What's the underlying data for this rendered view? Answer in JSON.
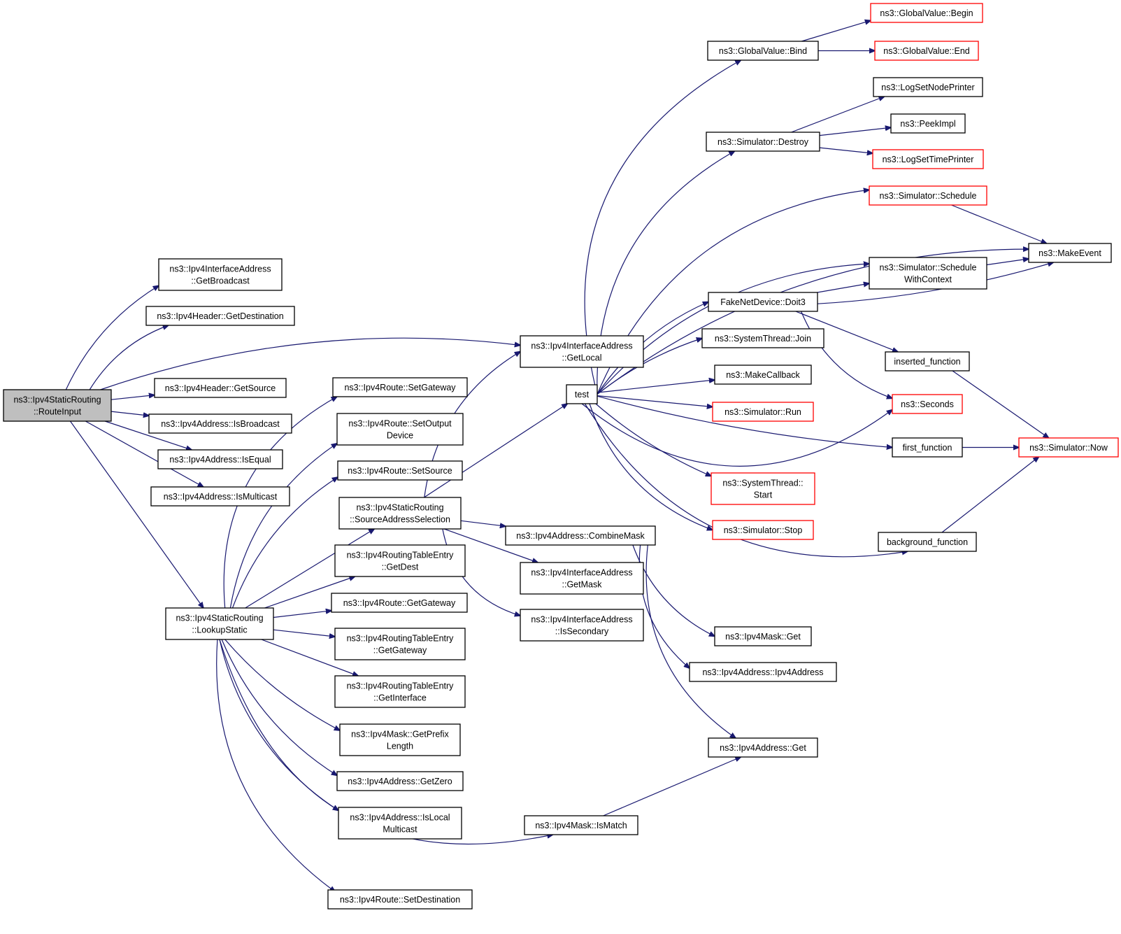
{
  "nodes": [
    {
      "id": "routeinput",
      "lines": [
        "ns3::Ipv4StaticRouting",
        "::RouteInput"
      ],
      "style": "root"
    },
    {
      "id": "getbroadcast",
      "lines": [
        "ns3::Ipv4InterfaceAddress",
        "::GetBroadcast"
      ]
    },
    {
      "id": "getdestination",
      "lines": [
        "ns3::Ipv4Header::GetDestination"
      ]
    },
    {
      "id": "getsource",
      "lines": [
        "ns3::Ipv4Header::GetSource"
      ]
    },
    {
      "id": "isbroadcast",
      "lines": [
        "ns3::Ipv4Address::IsBroadcast"
      ]
    },
    {
      "id": "isequal",
      "lines": [
        "ns3::Ipv4Address::IsEqual"
      ]
    },
    {
      "id": "ismulticast",
      "lines": [
        "ns3::Ipv4Address::IsMulticast"
      ]
    },
    {
      "id": "lookupstatic",
      "lines": [
        "ns3::Ipv4StaticRouting",
        "::LookupStatic"
      ]
    },
    {
      "id": "setgateway",
      "lines": [
        "ns3::Ipv4Route::SetGateway"
      ]
    },
    {
      "id": "setoutputdevice",
      "lines": [
        "ns3::Ipv4Route::SetOutput",
        "Device"
      ]
    },
    {
      "id": "setsource",
      "lines": [
        "ns3::Ipv4Route::SetSource"
      ]
    },
    {
      "id": "sourceaddressselection",
      "lines": [
        "ns3::Ipv4StaticRouting",
        "::SourceAddressSelection"
      ]
    },
    {
      "id": "getdest",
      "lines": [
        "ns3::Ipv4RoutingTableEntry",
        "::GetDest"
      ]
    },
    {
      "id": "routegetgateway",
      "lines": [
        "ns3::Ipv4Route::GetGateway"
      ]
    },
    {
      "id": "rtegetgateway",
      "lines": [
        "ns3::Ipv4RoutingTableEntry",
        "::GetGateway"
      ]
    },
    {
      "id": "getinterface",
      "lines": [
        "ns3::Ipv4RoutingTableEntry",
        "::GetInterface"
      ]
    },
    {
      "id": "getprefixlength",
      "lines": [
        "ns3::Ipv4Mask::GetPrefix",
        "Length"
      ]
    },
    {
      "id": "getzero",
      "lines": [
        "ns3::Ipv4Address::GetZero"
      ]
    },
    {
      "id": "islocalmulticast",
      "lines": [
        "ns3::Ipv4Address::IsLocal",
        "Multicast"
      ]
    },
    {
      "id": "setdestination",
      "lines": [
        "ns3::Ipv4Route::SetDestination"
      ]
    },
    {
      "id": "getlocal",
      "lines": [
        "ns3::Ipv4InterfaceAddress",
        "::GetLocal"
      ]
    },
    {
      "id": "test",
      "lines": [
        "test"
      ]
    },
    {
      "id": "combinemask",
      "lines": [
        "ns3::Ipv4Address::CombineMask"
      ]
    },
    {
      "id": "getmask",
      "lines": [
        "ns3::Ipv4InterfaceAddress",
        "::GetMask"
      ]
    },
    {
      "id": "issecondary",
      "lines": [
        "ns3::Ipv4InterfaceAddress",
        "::IsSecondary"
      ]
    },
    {
      "id": "ismatch",
      "lines": [
        "ns3::Ipv4Mask::IsMatch"
      ]
    },
    {
      "id": "gvbind",
      "lines": [
        "ns3::GlobalValue::Bind"
      ]
    },
    {
      "id": "simdestroy",
      "lines": [
        "ns3::Simulator::Destroy"
      ]
    },
    {
      "id": "doit3",
      "lines": [
        "FakeNetDevice::Doit3"
      ]
    },
    {
      "id": "join",
      "lines": [
        "ns3::SystemThread::Join"
      ]
    },
    {
      "id": "makecallback",
      "lines": [
        "ns3::MakeCallback"
      ]
    },
    {
      "id": "simrun",
      "lines": [
        "ns3::Simulator::Run"
      ],
      "style": "red"
    },
    {
      "id": "stthreadstart",
      "lines": [
        "ns3::SystemThread::",
        "Start"
      ],
      "style": "red"
    },
    {
      "id": "simstop",
      "lines": [
        "ns3::Simulator::Stop"
      ],
      "style": "red"
    },
    {
      "id": "maskget",
      "lines": [
        "ns3::Ipv4Mask::Get"
      ]
    },
    {
      "id": "ipv4address",
      "lines": [
        "ns3::Ipv4Address::Ipv4Address"
      ]
    },
    {
      "id": "addrget",
      "lines": [
        "ns3::Ipv4Address::Get"
      ]
    },
    {
      "id": "gvbegin",
      "lines": [
        "ns3::GlobalValue::Begin"
      ],
      "style": "red"
    },
    {
      "id": "gvend",
      "lines": [
        "ns3::GlobalValue::End"
      ],
      "style": "red"
    },
    {
      "id": "lognodeprinter",
      "lines": [
        "ns3::LogSetNodePrinter"
      ]
    },
    {
      "id": "peekimpl",
      "lines": [
        "ns3::PeekImpl"
      ]
    },
    {
      "id": "logtimeprinter",
      "lines": [
        "ns3::LogSetTimePrinter"
      ],
      "style": "red"
    },
    {
      "id": "simschedule",
      "lines": [
        "ns3::Simulator::Schedule"
      ],
      "style": "red"
    },
    {
      "id": "schedulewithcontext",
      "lines": [
        "ns3::Simulator::Schedule",
        "WithContext"
      ]
    },
    {
      "id": "insertedfunction",
      "lines": [
        "inserted_function"
      ]
    },
    {
      "id": "seconds",
      "lines": [
        "ns3::Seconds"
      ],
      "style": "red"
    },
    {
      "id": "firstfunction",
      "lines": [
        "first_function"
      ]
    },
    {
      "id": "backgroundfunction",
      "lines": [
        "background_function"
      ]
    },
    {
      "id": "makeevent",
      "lines": [
        "ns3::MakeEvent"
      ]
    },
    {
      "id": "simnow",
      "lines": [
        "ns3::Simulator::Now"
      ],
      "style": "red"
    }
  ],
  "edges": [
    [
      "routeinput",
      "getbroadcast"
    ],
    [
      "routeinput",
      "getdestination"
    ],
    [
      "routeinput",
      "getlocal"
    ],
    [
      "routeinput",
      "getsource"
    ],
    [
      "routeinput",
      "isbroadcast"
    ],
    [
      "routeinput",
      "isequal"
    ],
    [
      "routeinput",
      "ismulticast"
    ],
    [
      "routeinput",
      "lookupstatic"
    ],
    [
      "lookupstatic",
      "setgateway"
    ],
    [
      "lookupstatic",
      "setoutputdevice"
    ],
    [
      "lookupstatic",
      "setsource"
    ],
    [
      "lookupstatic",
      "sourceaddressselection"
    ],
    [
      "lookupstatic",
      "getdest"
    ],
    [
      "lookupstatic",
      "routegetgateway"
    ],
    [
      "lookupstatic",
      "rtegetgateway"
    ],
    [
      "lookupstatic",
      "getinterface"
    ],
    [
      "lookupstatic",
      "getprefixlength"
    ],
    [
      "lookupstatic",
      "getzero"
    ],
    [
      "lookupstatic",
      "islocalmulticast"
    ],
    [
      "lookupstatic",
      "setdestination"
    ],
    [
      "lookupstatic",
      "ismatch"
    ],
    [
      "sourceaddressselection",
      "getlocal"
    ],
    [
      "sourceaddressselection",
      "test"
    ],
    [
      "sourceaddressselection",
      "combinemask"
    ],
    [
      "sourceaddressselection",
      "getmask"
    ],
    [
      "sourceaddressselection",
      "issecondary"
    ],
    [
      "test",
      "gvbind"
    ],
    [
      "test",
      "simdestroy"
    ],
    [
      "test",
      "simschedule"
    ],
    [
      "test",
      "makeevent"
    ],
    [
      "test",
      "schedulewithcontext"
    ],
    [
      "test",
      "doit3"
    ],
    [
      "test",
      "join"
    ],
    [
      "test",
      "makecallback"
    ],
    [
      "test",
      "simrun"
    ],
    [
      "test",
      "firstfunction"
    ],
    [
      "test",
      "stthreadstart"
    ],
    [
      "test",
      "simstop"
    ],
    [
      "test",
      "seconds"
    ],
    [
      "test",
      "backgroundfunction"
    ],
    [
      "combinemask",
      "maskget"
    ],
    [
      "combinemask",
      "ipv4address"
    ],
    [
      "combinemask",
      "addrget"
    ],
    [
      "ismatch",
      "addrget"
    ],
    [
      "gvbind",
      "gvbegin"
    ],
    [
      "gvbind",
      "gvend"
    ],
    [
      "simdestroy",
      "lognodeprinter"
    ],
    [
      "simdestroy",
      "peekimpl"
    ],
    [
      "simdestroy",
      "logtimeprinter"
    ],
    [
      "simschedule",
      "makeevent"
    ],
    [
      "schedulewithcontext",
      "makeevent"
    ],
    [
      "doit3",
      "schedulewithcontext"
    ],
    [
      "doit3",
      "makeevent"
    ],
    [
      "doit3",
      "insertedfunction"
    ],
    [
      "doit3",
      "seconds"
    ],
    [
      "insertedfunction",
      "simnow"
    ],
    [
      "firstfunction",
      "simnow"
    ],
    [
      "backgroundfunction",
      "simnow"
    ]
  ],
  "colors": {
    "edge": "#191970",
    "node_border": "#000000",
    "external_node_border": "#ff0000",
    "root_fill": "#bfbfbf",
    "node_fill": "#ffffff",
    "text": "#000000"
  }
}
